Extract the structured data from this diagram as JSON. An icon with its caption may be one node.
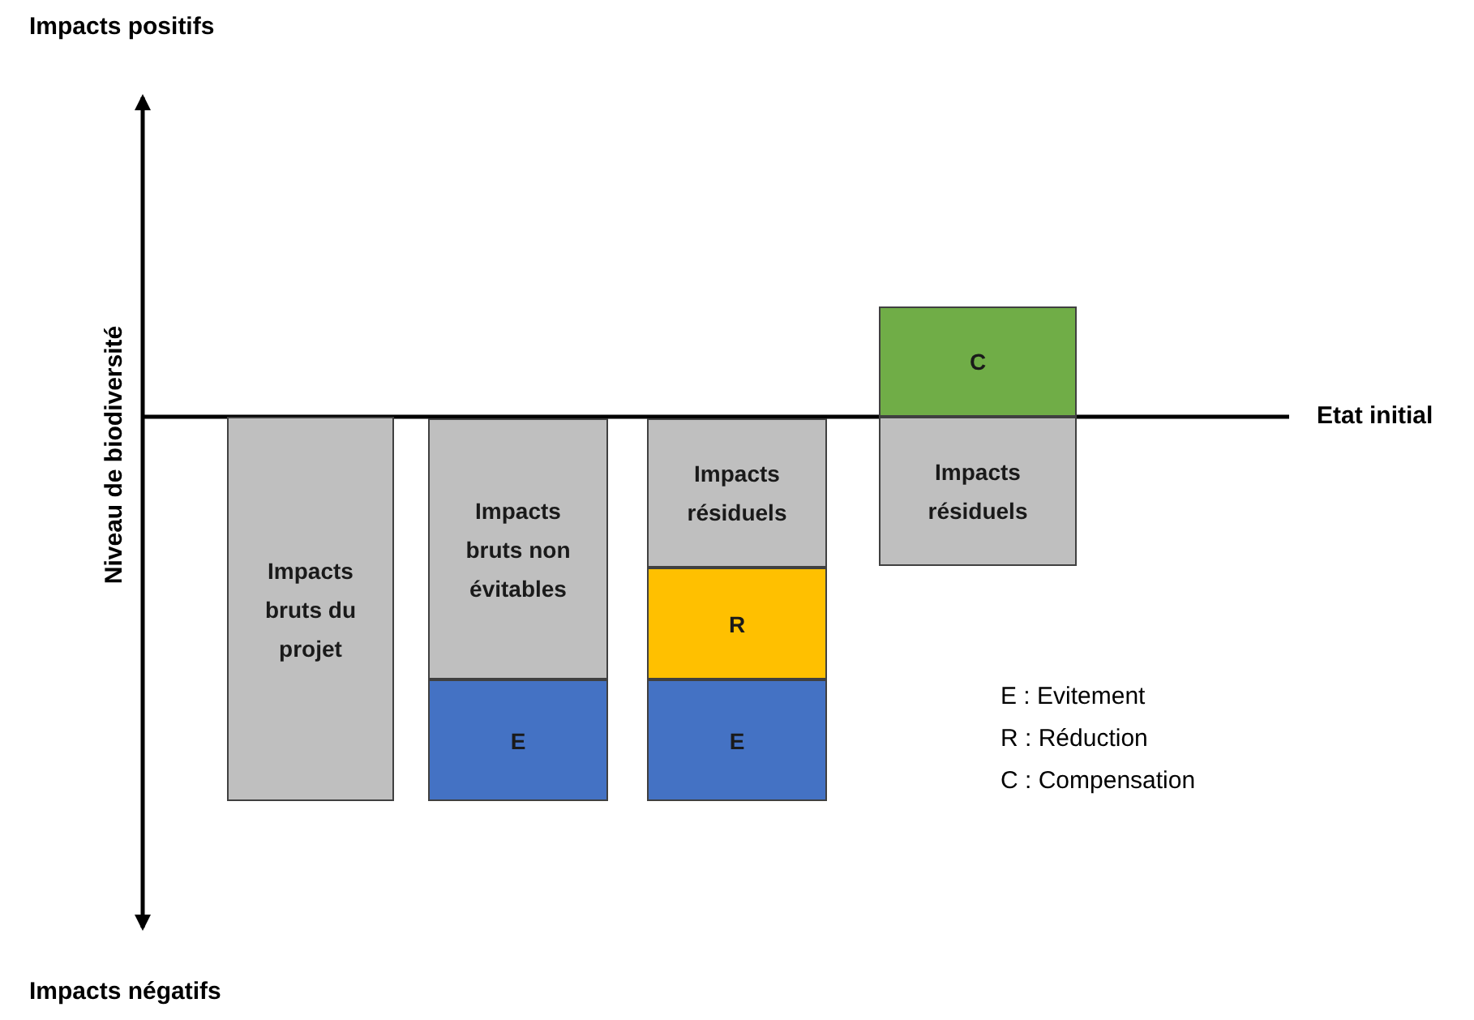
{
  "diagram": {
    "nodes": [
      {
        "text": [
          "Impacts bruts du projet"
        ]
      },
      {
        "text": [
          "Impacts bruts non évitables"
        ]
      },
      {
        "text": [
          "E"
        ]
      },
      {
        "text": [
          "Impacts résiduels"
        ]
      },
      {
        "text": [
          "R"
        ]
      },
      {
        "text": [
          "E"
        ]
      },
      {
        "text": [
          "C"
        ]
      },
      {
        "text": [
          "Impacts résiduels"
        ]
      }
    ],
    "labels": [
      "Impacts positifs",
      "Niveau de biodiversité",
      "Etat initial",
      "E : Evitement",
      "R : Réduction",
      "C : Compensation",
      "Impacts négatifs"
    ]
  }
}
